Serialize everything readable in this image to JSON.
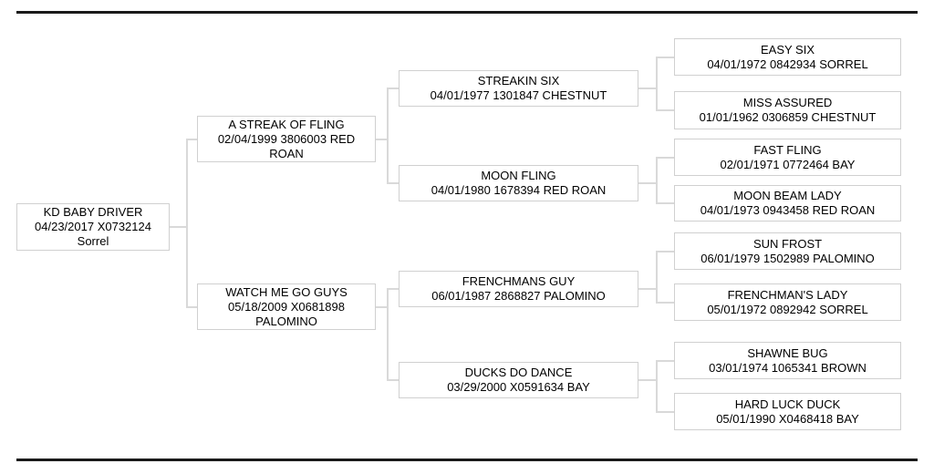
{
  "pedigree": {
    "nodes": {
      "subject": {
        "name": "KD BABY DRIVER",
        "details": "04/23/2017 X0732124 Sorrel"
      },
      "sire": {
        "name": "A STREAK OF FLING",
        "details": "02/04/1999 3806003 RED ROAN"
      },
      "dam": {
        "name": "WATCH ME GO GUYS",
        "details": "05/18/2009 X0681898 PALOMINO"
      },
      "sire_sire": {
        "name": "STREAKIN SIX",
        "details": "04/01/1977 1301847 CHESTNUT"
      },
      "sire_dam": {
        "name": "MOON FLING",
        "details": "04/01/1980 1678394 RED ROAN"
      },
      "dam_sire": {
        "name": "FRENCHMANS GUY",
        "details": "06/01/1987 2868827 PALOMINO"
      },
      "dam_dam": {
        "name": "DUCKS DO DANCE",
        "details": "03/29/2000 X0591634 BAY"
      },
      "sire_sire_sire": {
        "name": "EASY SIX",
        "details": "04/01/1972 0842934 SORREL"
      },
      "sire_sire_dam": {
        "name": "MISS ASSURED",
        "details": "01/01/1962 0306859 CHESTNUT"
      },
      "sire_dam_sire": {
        "name": "FAST FLING",
        "details": "02/01/1971 0772464 BAY"
      },
      "sire_dam_dam": {
        "name": "MOON BEAM LADY",
        "details": "04/01/1973 0943458 RED ROAN"
      },
      "dam_sire_sire": {
        "name": "SUN FROST",
        "details": "06/01/1979 1502989 PALOMINO"
      },
      "dam_sire_dam": {
        "name": "FRENCHMAN'S LADY",
        "details": "05/01/1972 0892942 SORREL"
      },
      "dam_dam_sire": {
        "name": "SHAWNE BUG",
        "details": "03/01/1974 1065341 BROWN"
      },
      "dam_dam_dam": {
        "name": "HARD LUCK DUCK",
        "details": "05/01/1990 X0468418 BAY"
      }
    },
    "colors": {
      "line": "#d9d9d9",
      "box_border": "#d0d0d0",
      "rule": "#1a1a1a",
      "text": "#000000",
      "background": "#ffffff"
    }
  }
}
